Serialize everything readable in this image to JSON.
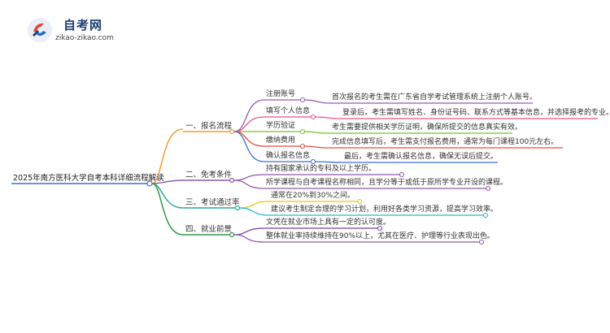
{
  "logo": {
    "title": "自考网",
    "url": "zikao-zikao.com"
  },
  "root": "2025年南方医科大学自考本科详细流程解读",
  "branches": [
    {
      "label": "一、报名流程",
      "color": "#f39c33",
      "children": [
        {
          "label": "注册账号",
          "color": "#9b59b6",
          "detail": "首次报名的考生需在广东省自学考试管理系统上注册个人账号。"
        },
        {
          "label": "填写个人信息",
          "color": "#e8518c",
          "detail": "登录后，考生需填写姓名、身份证号码、联系方式等基本信息，并选择报考的专业。"
        },
        {
          "label": "学历验证",
          "color": "#7bbf2a",
          "detail": "考生需要提供相关学历证明，确保所提交的信息真实有效。"
        },
        {
          "label": "缴纳费用",
          "color": "#e74c3c",
          "detail": "完成信息填写后，考生需支付报名费用，通常为每门课程100元左右。"
        },
        {
          "label": "确认报名信息",
          "color": "#3f6fd8",
          "detail": "最后，考生需确认报名信息，确保无误后提交。"
        }
      ]
    },
    {
      "label": "二、免考条件",
      "color": "#8e5aa8",
      "children": [
        {
          "label": "持有国家承认的专科及以上学历。",
          "color": "#8e5aa8"
        },
        {
          "label": "所学课程与自考课程名称相同，且学分等于或低于原所学专业开设的课程。",
          "color": "#8e5aa8"
        }
      ]
    },
    {
      "label": "三、考试通过率",
      "color": "#2aa7a0",
      "children": [
        {
          "label": "通常在20%到30%之间。",
          "color": "#f1c40f"
        },
        {
          "label": "建议考生制定合理的学习计划，利用好各类学习资源，提高学习效率。",
          "color": "#29b6d8"
        }
      ]
    },
    {
      "label": "四、就业前景",
      "color": "#2e9c4a",
      "children": [
        {
          "label": "文凭在就业市场上具有一定的认可度。",
          "color": "#7b3fa0"
        },
        {
          "label": "整体就业率持续维持在90%以上，尤其在医疗、护理等行业表现出色。",
          "color": "#8e5aa8"
        }
      ]
    }
  ]
}
